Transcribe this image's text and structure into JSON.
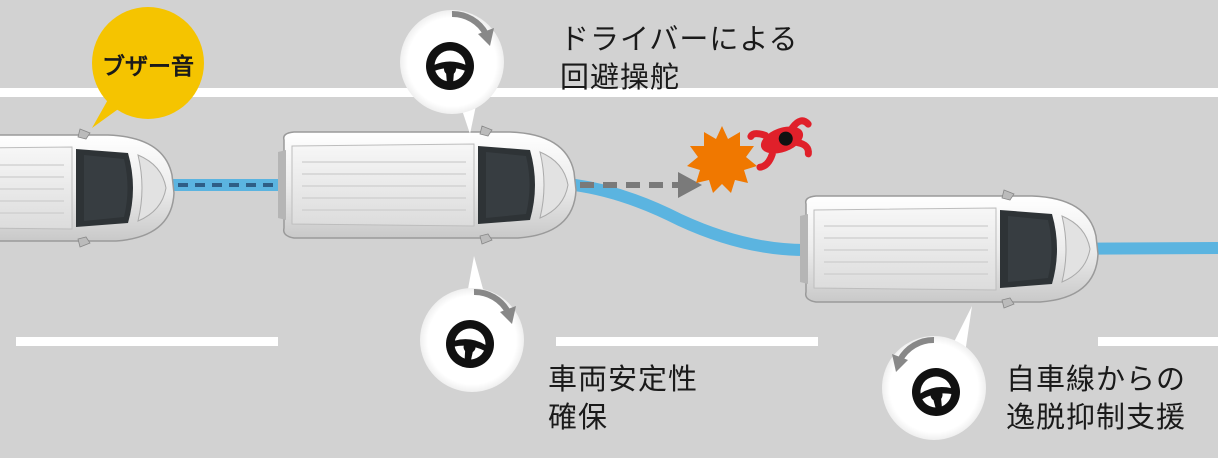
{
  "labels": {
    "buzzer": "ブザー音",
    "driver_steering_line1": "ドライバーによる",
    "driver_steering_line2": "回避操舵",
    "stability_line1": "車両安定性",
    "stability_line2": "確保",
    "departure_line1": "自車線からの",
    "departure_line2": "逸脱抑制支援"
  },
  "icons": [
    "steering-wheel-icon",
    "rotate-arrow-icon",
    "impact-burst-icon",
    "pedestrian-icon"
  ],
  "colors": {
    "road": "#d2d2d2",
    "lane_marking": "#ffffff",
    "path": "#5bb4e0",
    "buzzer_bubble": "#f5c400",
    "impact": "#f07800",
    "pedestrian": "#e0202a",
    "arrow_gray": "#7a7a7a"
  }
}
